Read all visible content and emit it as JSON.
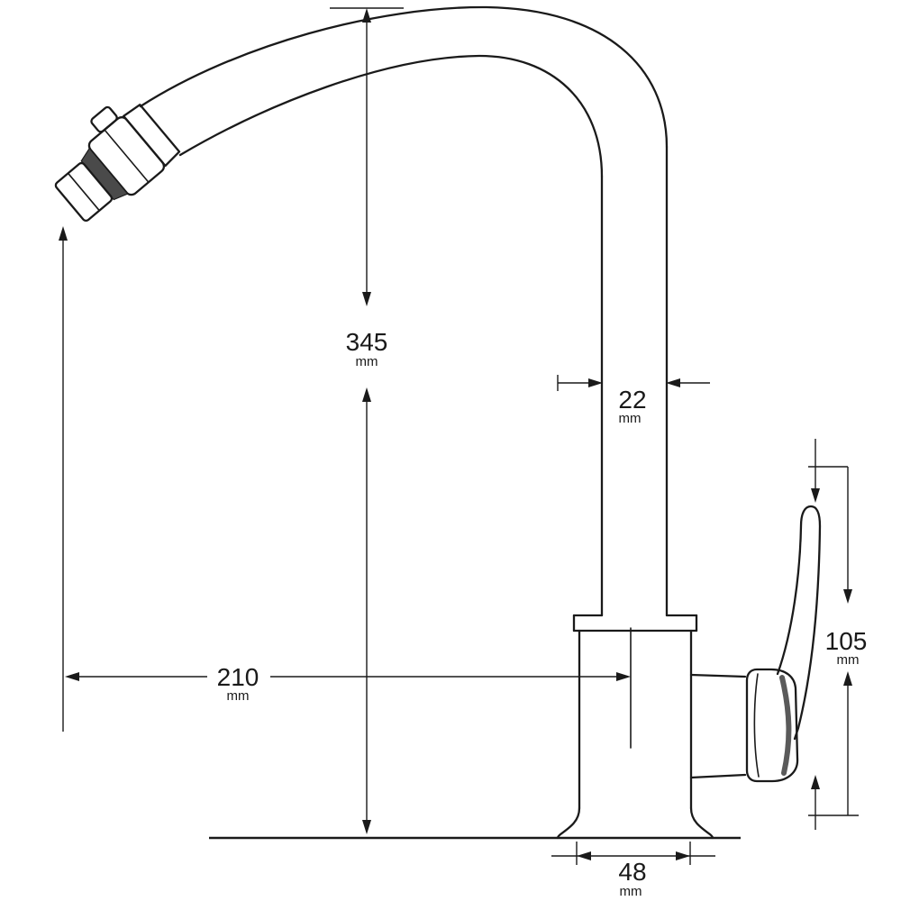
{
  "drawing": {
    "subject": "kitchen-faucet-dimensional-drawing",
    "unit_label": "mm",
    "colors": {
      "line": "#1a1a1a",
      "background": "#ffffff",
      "shade_band": "#4a4a4a"
    },
    "dims": {
      "total_height": "345",
      "pipe_width": "22",
      "spout_reach": "210",
      "handle_length": "105",
      "base_width": "48"
    }
  }
}
